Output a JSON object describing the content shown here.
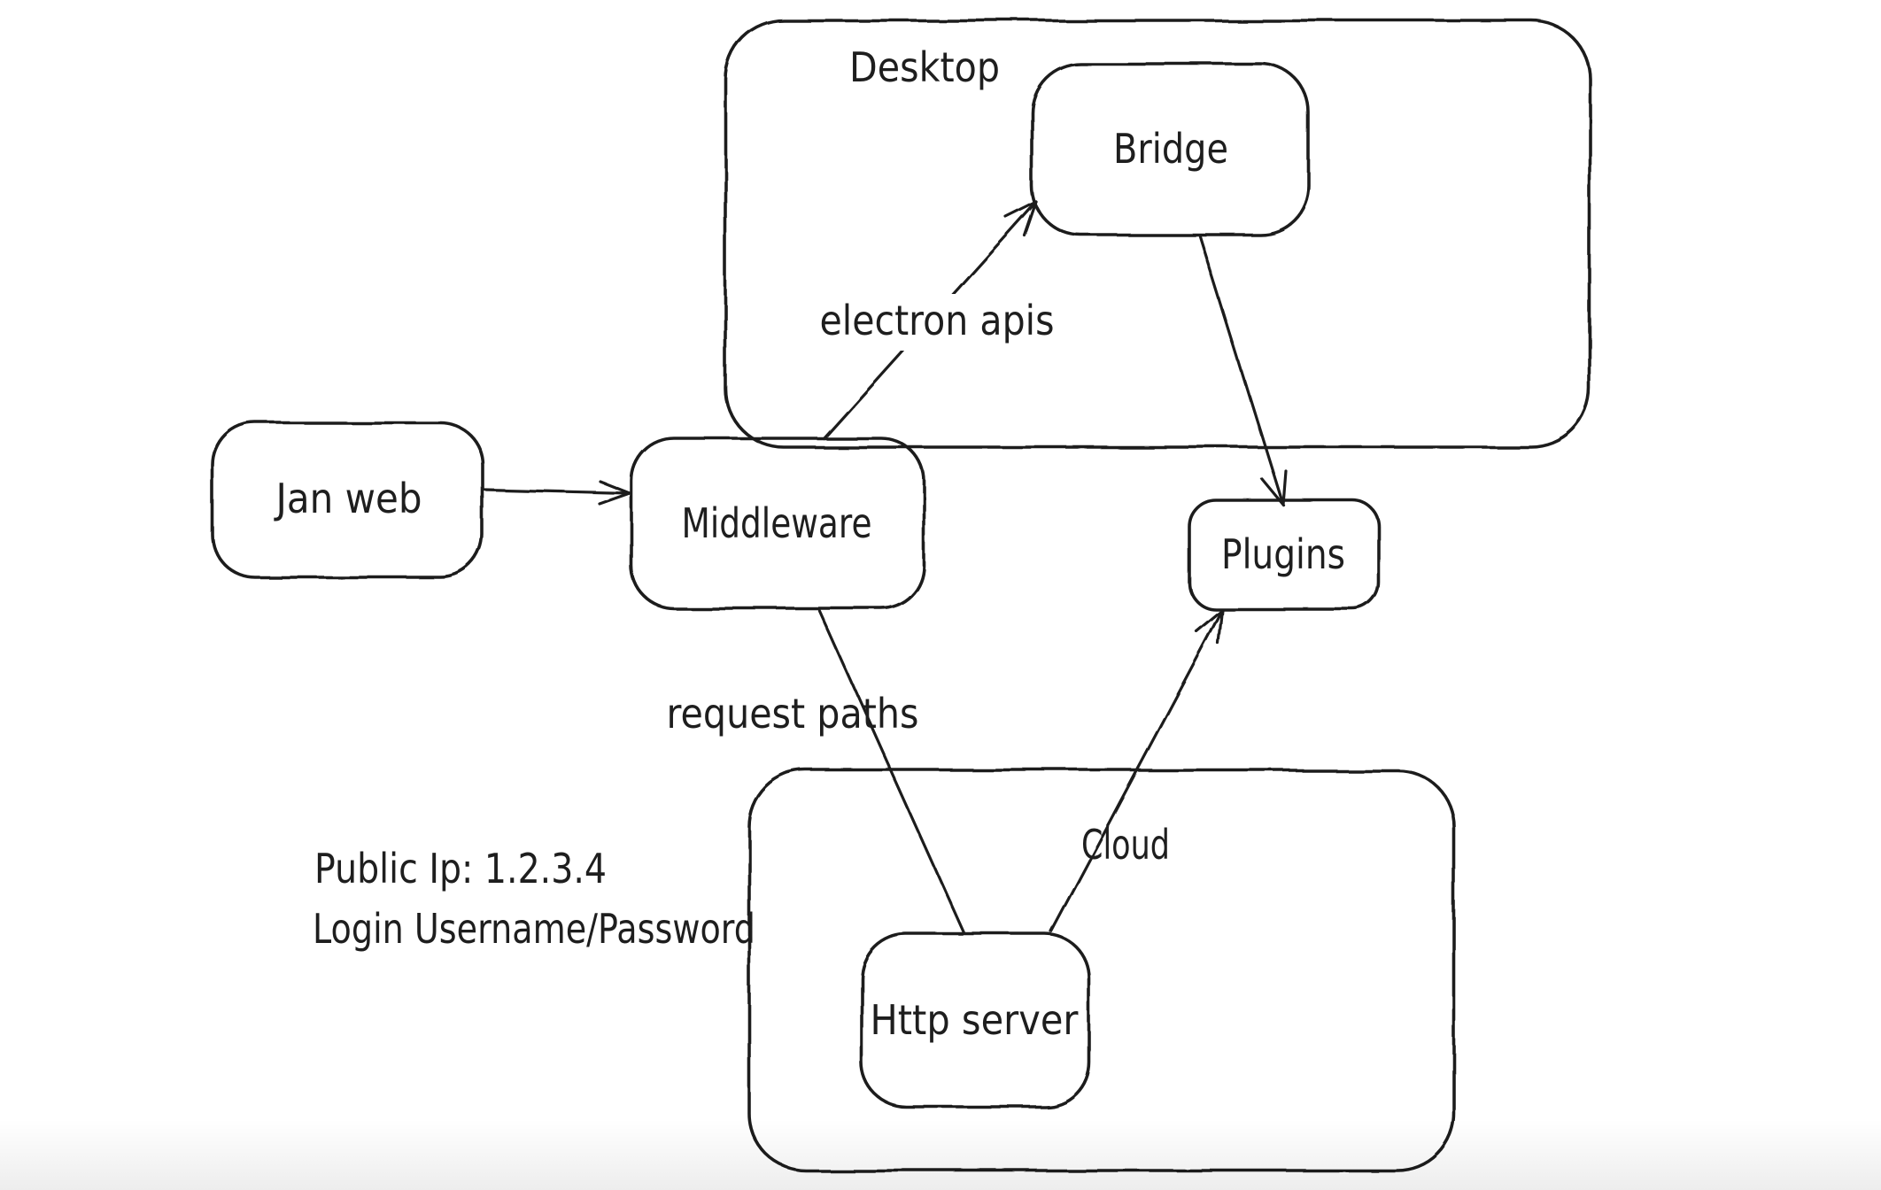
{
  "canvas": {
    "background": "#ffffff",
    "stroke_color": "#1e1e1e"
  },
  "diagram": {
    "containers": [
      {
        "id": "desktop",
        "label": "Desktop"
      },
      {
        "id": "cloud",
        "label": "Cloud"
      }
    ],
    "nodes": [
      {
        "id": "jan-web",
        "label": "Jan web"
      },
      {
        "id": "middleware",
        "label": "Middleware"
      },
      {
        "id": "bridge",
        "label": "Bridge"
      },
      {
        "id": "plugins",
        "label": "Plugins"
      },
      {
        "id": "http-server",
        "label": "Http server"
      }
    ],
    "edges": [
      {
        "id": "jan-web-to-middleware",
        "from": "jan-web",
        "to": "middleware",
        "label": "",
        "arrowhead": true
      },
      {
        "id": "middleware-to-bridge",
        "from": "middleware",
        "to": "bridge",
        "label": "electron apis",
        "arrowhead": true
      },
      {
        "id": "bridge-to-plugins",
        "from": "bridge",
        "to": "plugins",
        "label": "",
        "arrowhead": true
      },
      {
        "id": "middleware-to-http-server",
        "from": "middleware",
        "to": "http-server",
        "label": "request paths",
        "arrowhead": false
      },
      {
        "id": "http-server-to-plugins",
        "from": "http-server",
        "to": "plugins",
        "label": "",
        "arrowhead": true
      }
    ],
    "notes": [
      "Public Ip: 1.2.3.4",
      "Login Username/Password"
    ]
  }
}
